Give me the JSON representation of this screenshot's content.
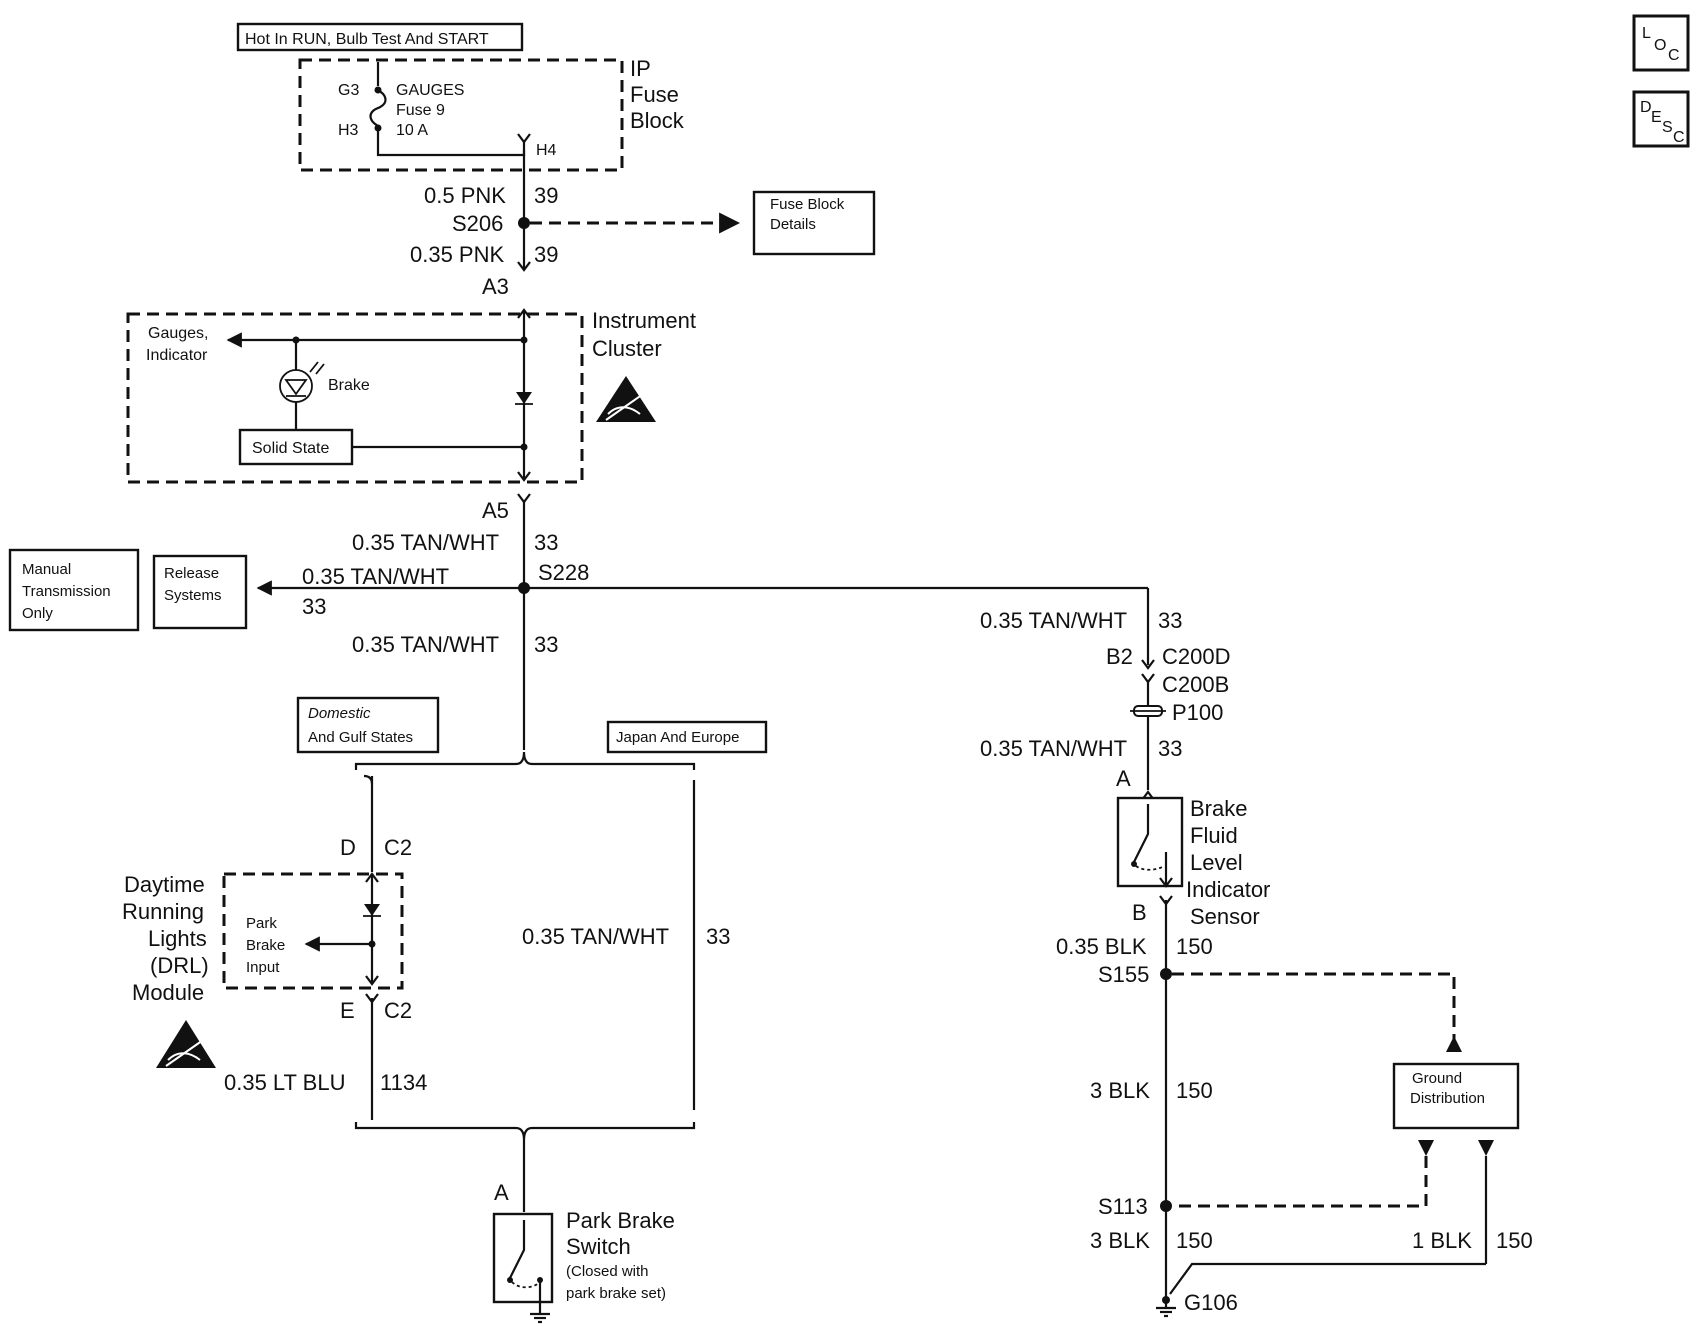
{
  "header": {
    "power_note": "Hot In RUN, Bulb Test And START"
  },
  "side_buttons": {
    "loc": [
      "L",
      "O",
      "C"
    ],
    "desc": [
      "D",
      "E",
      "S",
      "C"
    ]
  },
  "fuse_block": {
    "title": [
      "IP",
      "Fuse",
      "Block"
    ],
    "pin_top": "G3",
    "pin_bottom": "H3",
    "pin_out": "H4",
    "fuse_label": [
      "GAUGES",
      "Fuse 9",
      "10 A"
    ]
  },
  "wires": {
    "w1": {
      "size": "0.5 PNK",
      "circuit": "39"
    },
    "splice_s206": "S206",
    "w2": {
      "size": "0.35 PNK",
      "circuit": "39"
    },
    "conn_a3": "A3",
    "conn_a5": "A5",
    "w3": {
      "size": "0.35 TAN/WHT",
      "circuit": "33"
    },
    "splice_s228": "S228",
    "w_left": {
      "size": "0.35 TAN/WHT",
      "circuit": "33"
    },
    "w4": {
      "size": "0.35 TAN/WHT",
      "circuit": "33"
    },
    "w_right1": {
      "size": "0.35 TAN/WHT",
      "circuit": "33"
    },
    "conn_b2": "B2",
    "conn_c200d": "C200D",
    "conn_c200b": "C200B",
    "conn_p100": "P100",
    "w_right2": {
      "size": "0.35 TAN/WHT",
      "circuit": "33"
    },
    "conn_a_right": "A",
    "conn_b_right": "B",
    "w_blk1": {
      "size": "0.35 BLK",
      "circuit": "150"
    },
    "splice_s155": "S155",
    "w_blk2": {
      "size": "3 BLK",
      "circuit": "150"
    },
    "splice_s113": "S113",
    "w_blk3": {
      "size": "3 BLK",
      "circuit": "150"
    },
    "w_blk4": {
      "size": "1 BLK",
      "circuit": "150"
    },
    "ground_g106": "G106",
    "w_japan": {
      "size": "0.35 TAN/WHT",
      "circuit": "33"
    },
    "conn_d": "D",
    "conn_c2_top": "C2",
    "conn_e": "E",
    "conn_c2_bottom": "C2",
    "w_ltblu": {
      "size": "0.35 LT BLU",
      "circuit": "1134"
    },
    "conn_a_park": "A"
  },
  "fuse_block_details": [
    "Fuse Block",
    "Details"
  ],
  "instrument_cluster": {
    "title": [
      "Instrument",
      "Cluster"
    ],
    "gauges_label": [
      "Gauges,",
      "Indicator"
    ],
    "brake_label": "Brake",
    "solid_state": "Solid State"
  },
  "release_systems": [
    "Release",
    "Systems"
  ],
  "manual_trans": [
    "Manual",
    "Transmission",
    "Only"
  ],
  "option_domestic": [
    "Domestic",
    "And Gulf States"
  ],
  "option_japan": "Japan And Europe",
  "drl_module": {
    "title": [
      "Daytime",
      "Running",
      "Lights",
      "(DRL)",
      "Module"
    ],
    "input_label": [
      "Park",
      "Brake",
      "Input"
    ]
  },
  "brake_fluid_sensor": [
    "Brake",
    "Fluid",
    "Level",
    "Indicator",
    "Sensor"
  ],
  "park_brake_switch": {
    "title": [
      "Park Brake",
      "Switch"
    ],
    "note": [
      "(Closed with",
      "park brake set)"
    ]
  },
  "ground_distribution": [
    "Ground",
    "Distribution"
  ]
}
